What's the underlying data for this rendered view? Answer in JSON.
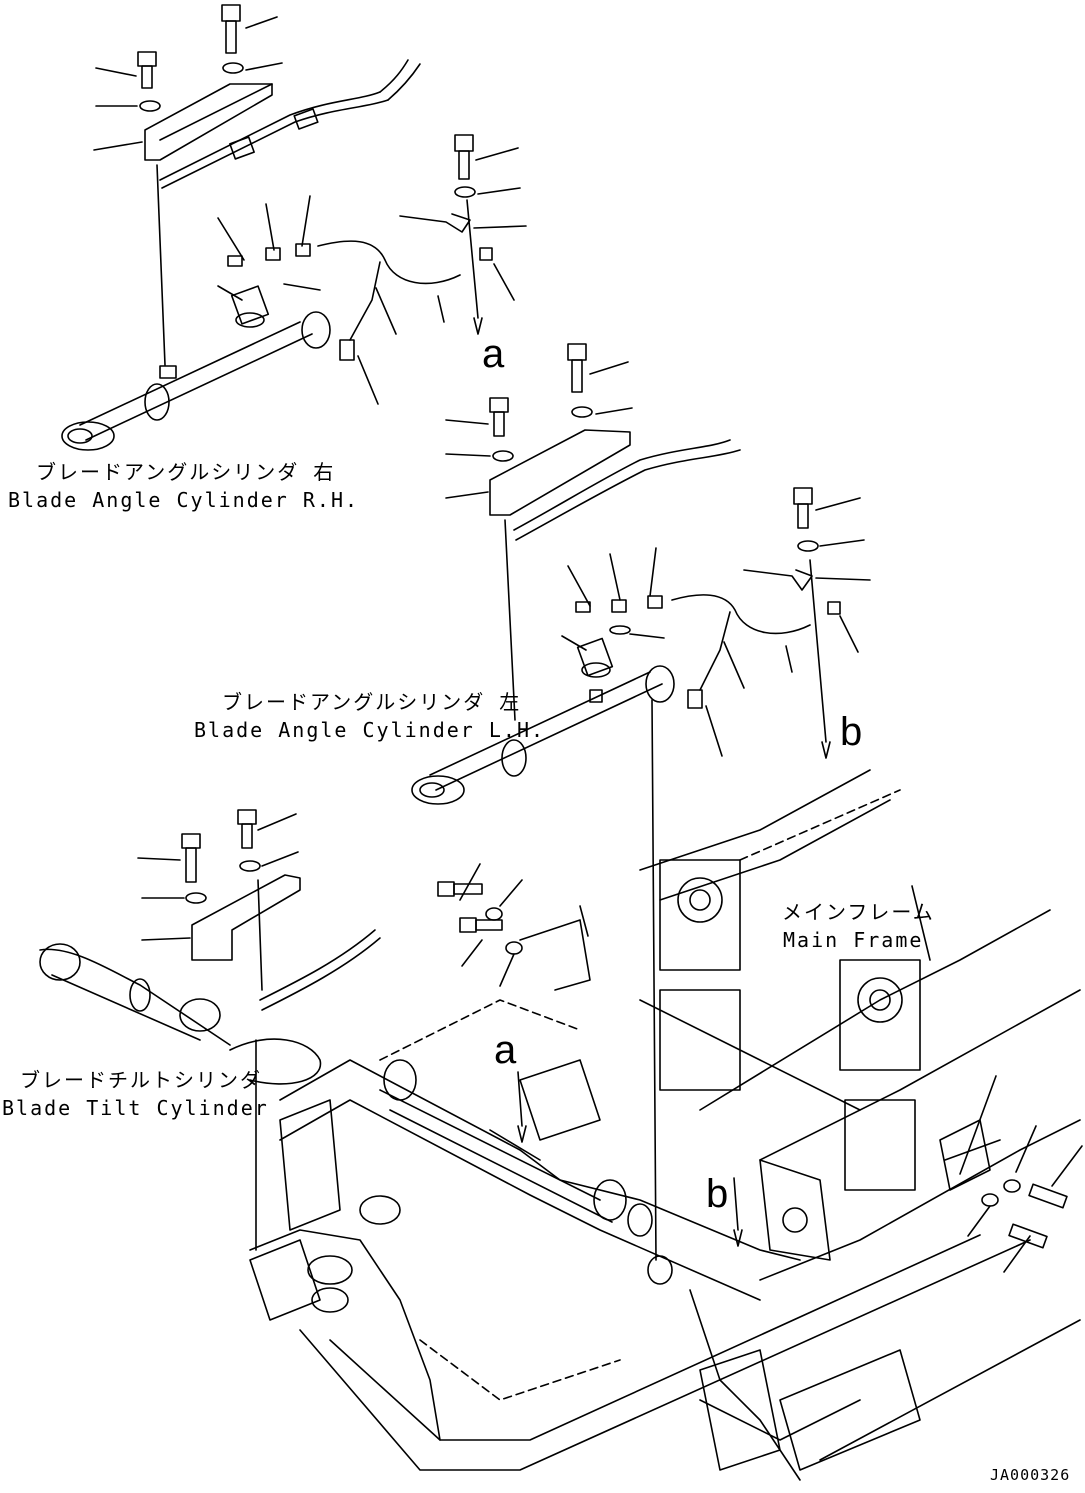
{
  "labels": {
    "rh_jp": "ブレードアングルシリンダ 右",
    "rh_en": "Blade Angle Cylinder R.H.",
    "lh_jp": "ブレードアングルシリンダ 左",
    "lh_en": "Blade Angle Cylinder L.H.",
    "tilt_jp": "ブレードチルトシリンダ",
    "tilt_en": "Blade Tilt Cylinder",
    "frame_jp": "メインフレーム",
    "frame_en": "Main Frame"
  },
  "refs": {
    "a": "a",
    "b": "b"
  },
  "doc_id": "JA000326",
  "colors": {
    "line": "#000000",
    "paper": "#ffffff"
  }
}
